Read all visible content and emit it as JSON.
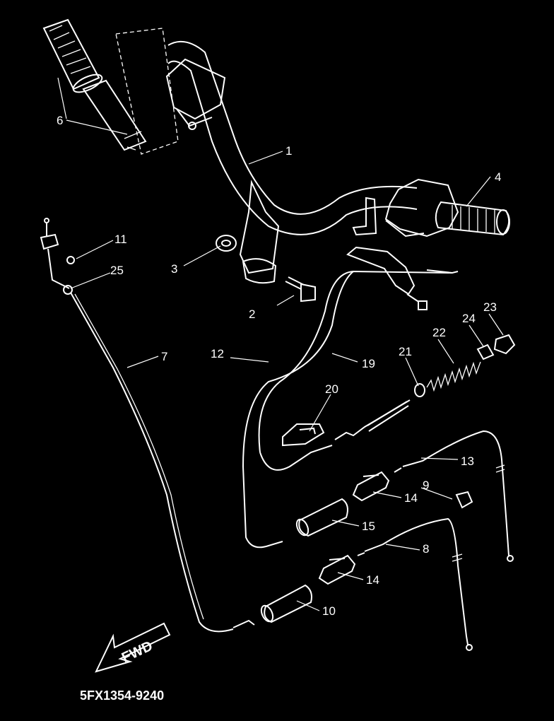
{
  "diagram": {
    "callouts": [
      "1",
      "2",
      "3",
      "4",
      "6",
      "7",
      "8",
      "9",
      "10",
      "11",
      "12",
      "13",
      "14",
      "14",
      "15",
      "19",
      "20",
      "21",
      "22",
      "23",
      "24",
      "25"
    ],
    "arrow_text": "FWD",
    "drawing_code": "5FX1354-9240"
  }
}
